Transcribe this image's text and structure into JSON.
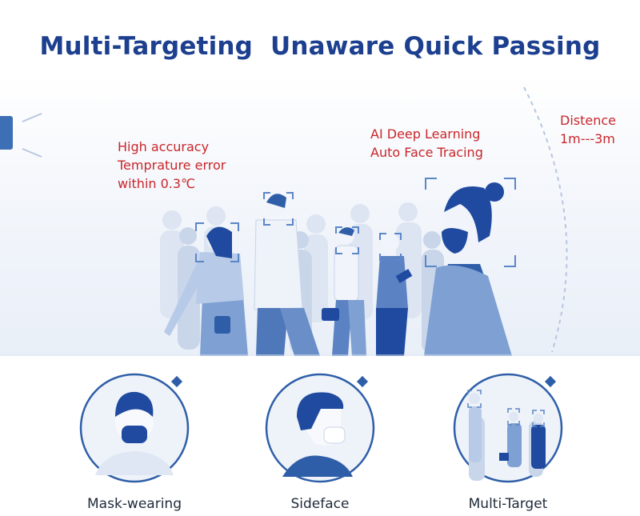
{
  "title": "Multi-Targeting  Unaware Quick Passing",
  "annotations": {
    "accuracy": [
      "High accuracy",
      "Temprature error",
      "within 0.3℃"
    ],
    "deep_learning": [
      "AI Deep Learning",
      "Auto Face Tracing"
    ],
    "distance": [
      "Distence",
      "1m---3m"
    ]
  },
  "features": [
    {
      "label": "Mask-wearing",
      "icon": "mask-face-icon"
    },
    {
      "label": "Sideface",
      "icon": "sideface-icon"
    },
    {
      "label": "Multi-Target",
      "icon": "multi-target-icon"
    }
  ],
  "colors": {
    "title": "#1c3f8f",
    "annotation": "#c8262b",
    "accent": "#2f5ea8"
  }
}
